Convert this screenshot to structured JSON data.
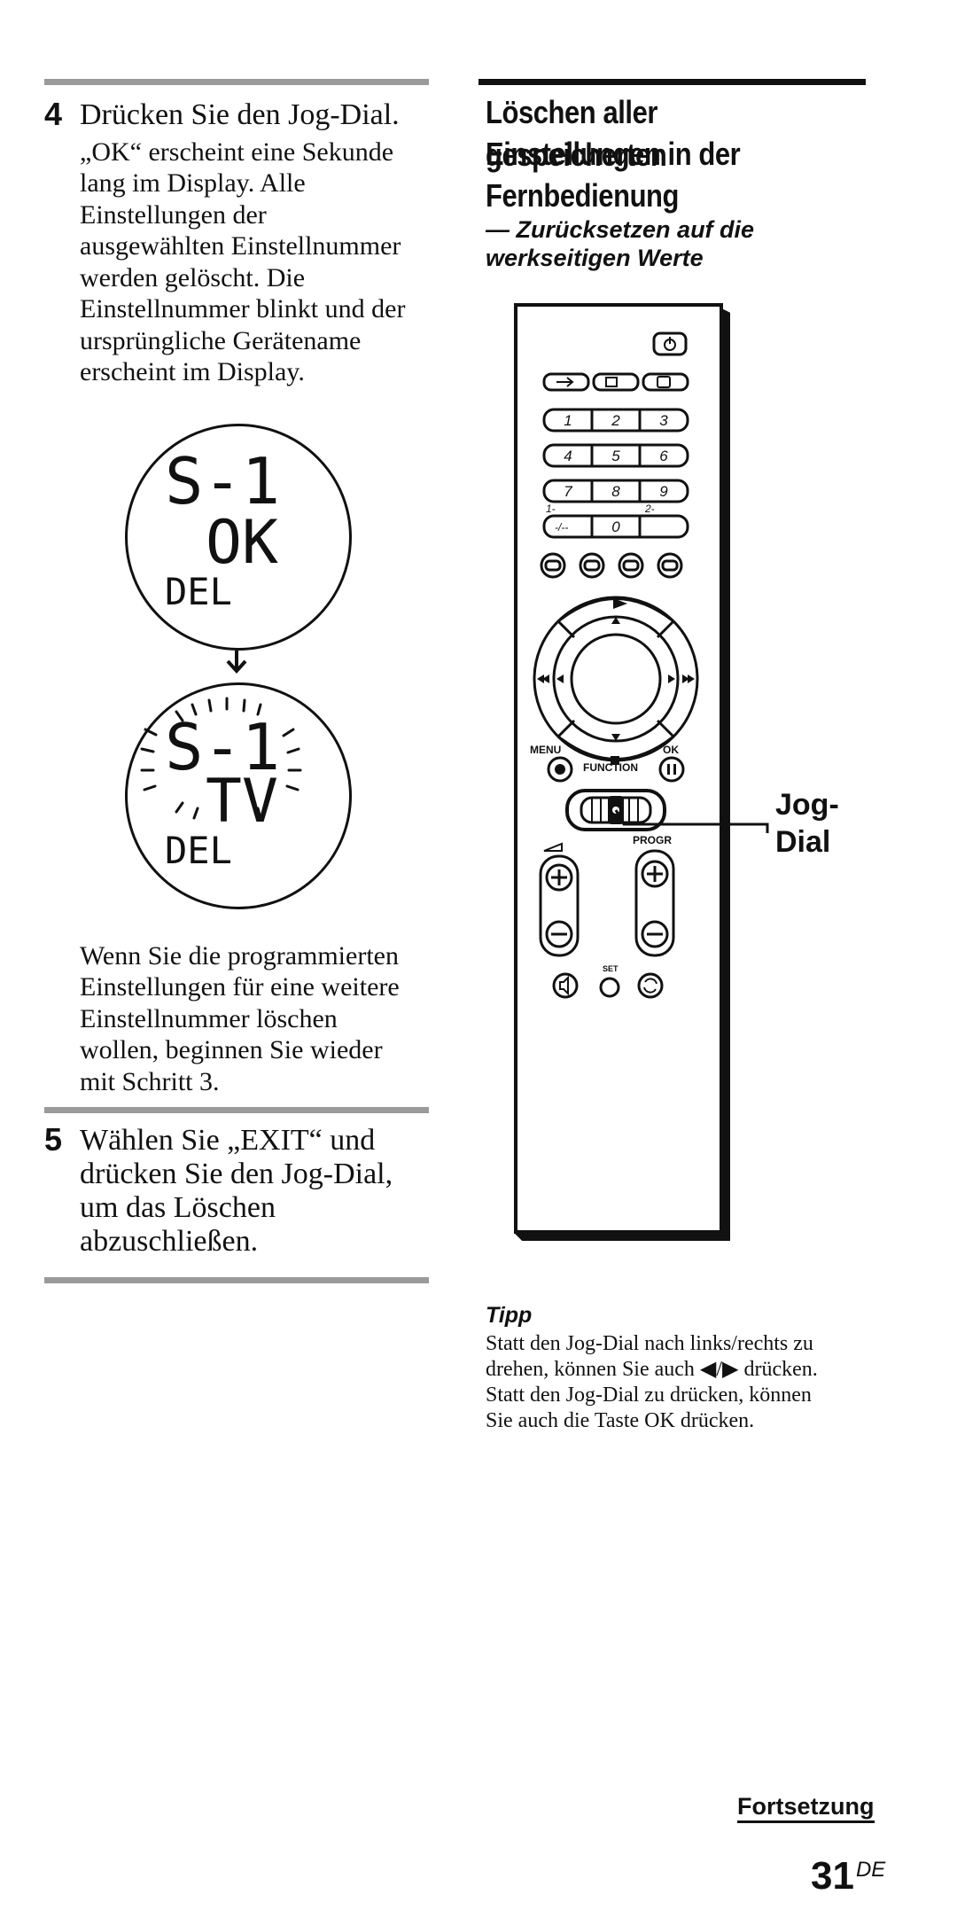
{
  "left": {
    "step4": {
      "number": "4",
      "title": "Drücken Sie den Jog-Dial.",
      "lines": [
        "„OK“ erscheint eine Sekunde",
        "lang im Display. Alle",
        "Einstellungen der",
        "ausgewählten Einstellnummer",
        "werden gelöscht. Die",
        "Einstellnummer blinkt und der",
        "ursprüngliche Gerätename",
        "erscheint im Display."
      ]
    },
    "display1": {
      "line1": "S-1",
      "line2": "OK",
      "line3": "DEL"
    },
    "display2": {
      "line1": "S-1",
      "line2": "TV",
      "line3": "DEL"
    },
    "note_lines": [
      "Wenn Sie die programmierten",
      "Einstellungen für eine weitere",
      "Einstellnummer löschen",
      "wollen, beginnen Sie wieder",
      "mit Schritt 3."
    ],
    "step5": {
      "number": "5",
      "lines": [
        "Wählen Sie „EXIT“ und",
        "drücken Sie den Jog-Dial,",
        "um das Löschen",
        "abzuschließen."
      ]
    }
  },
  "right": {
    "heading_lines": [
      "Löschen aller gespeicherten",
      "Einstellungen in der",
      "Fernbedienung"
    ],
    "subheading_lines": [
      "— Zurücksetzen auf die",
      "werkseitigen Werte"
    ],
    "remote": {
      "keys": [
        "1",
        "2",
        "3",
        "4",
        "5",
        "6",
        "7",
        "8",
        "9",
        "0"
      ],
      "key_dash": "-/--",
      "label_1": "1-",
      "label_2": "2-",
      "menu_label": "MENU",
      "function_label": "FUNCTION",
      "ok_label": "OK",
      "progr_label": "PROGR",
      "set_label": "SET",
      "callout_line1": "Jog-",
      "callout_line2": "Dial"
    },
    "tip": {
      "title": "Tipp",
      "lines": [
        "Statt den Jog-Dial nach links/rechts zu",
        "drehen, können Sie auch ◀/▶ drücken.",
        "Statt den Jog-Dial zu drücken, können",
        "Sie auch die Taste OK drücken."
      ]
    }
  },
  "footer": {
    "continued": "Fortsetzung",
    "page_number": "31",
    "page_suffix": "DE"
  }
}
